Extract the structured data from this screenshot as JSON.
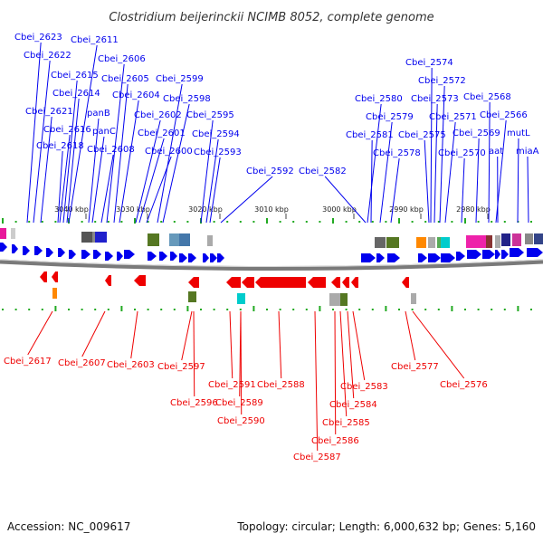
{
  "title": "Clostridium beijerinckii NCIMB 8052, complete genome",
  "footer": {
    "accession": "Accession: NC_009617",
    "topology": "Topology: circular; Length: 6,000,632 bp; Genes: 5,160"
  },
  "colors": {
    "forward_strand": "#0000ee",
    "reverse_strand": "#ee0000",
    "backbone": "#777777",
    "tick": "#22aa22"
  },
  "ruler_ticks": [
    "3040 kbp",
    "3030 kbp",
    "3020 kbp",
    "3010 kbp",
    "3000 kbp",
    "2990 kbp",
    "2980 kbp"
  ],
  "top_labels": [
    "Cbei_2623",
    "Cbei_2622",
    "Cbei_2611",
    "Cbei_2615",
    "Cbei_2614",
    "Cbei_2621",
    "Cbei_2616",
    "Cbei_2618",
    "panB",
    "panC",
    "Cbei_2608",
    "Cbei_2606",
    "Cbei_2605",
    "Cbei_2604",
    "Cbei_2602",
    "Cbei_2601",
    "Cbei_2600",
    "Cbei_2599",
    "Cbei_2598",
    "Cbei_2595",
    "Cbei_2594",
    "Cbei_2593",
    "Cbei_2592",
    "Cbei_2582",
    "Cbei_2580",
    "Cbei_2579",
    "Cbei_2581",
    "Cbei_2578",
    "Cbei_2574",
    "Cbei_2572",
    "Cbei_2573",
    "Cbei_2575",
    "Cbei_2571",
    "Cbei_2570",
    "Cbei_2569",
    "Cbei_2568",
    "Cbei_2566",
    "aat",
    "mutL",
    "miaA"
  ],
  "bottom_labels": [
    "Cbei_2617",
    "Cbei_2607",
    "Cbei_2603",
    "Cbei_2597",
    "Cbei_2596",
    "Cbei_2591",
    "Cbei_2589",
    "Cbei_2590",
    "Cbei_2588",
    "Cbei_2587",
    "Cbei_2586",
    "Cbei_2585",
    "Cbei_2584",
    "Cbei_2583",
    "Cbei_2577",
    "Cbei_2576"
  ]
}
